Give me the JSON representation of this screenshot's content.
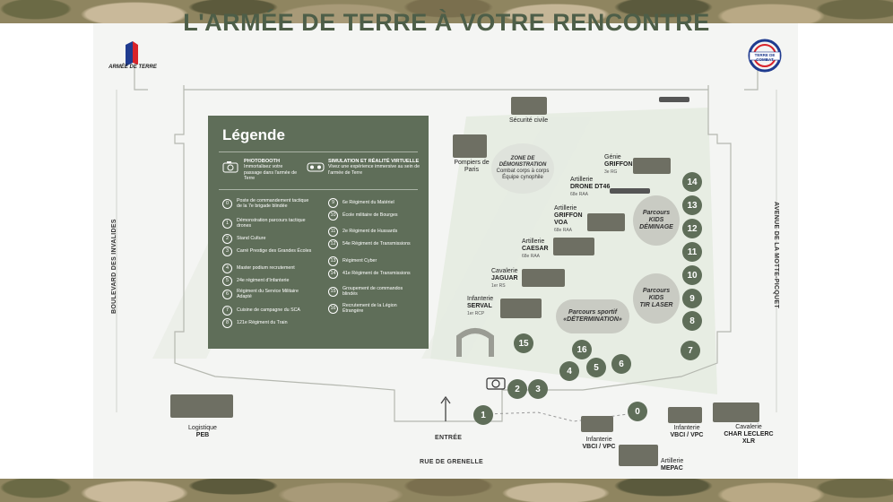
{
  "title": "L'ARMÉE DE TERRE À VOTRE RENCONTRE",
  "logo_left_text": "ARMÉE DE TERRE",
  "logo_right_text": "TERRE DE COMBAT",
  "roads": {
    "left": "BOULEVARD DES INVALIDES",
    "right": "AVENUE DE LA MOTTE-PICQUET",
    "bottom": "RUE DE GRENELLE",
    "entrance": "ENTRÉE"
  },
  "legend": {
    "title": "Légende",
    "photobooth": {
      "title": "PHOTOBOOTH",
      "desc": "Immortalisez votre passage dans l'armée de Terre"
    },
    "vr": {
      "title": "SIMULATION ET RÉALITÉ VIRTUELLE",
      "desc": "Vivez une expérience immersive au sein de l'armée de Terre"
    },
    "left_items": [
      {
        "n": "0",
        "label": "Poste de commandement tactique de la 7e brigade blindée"
      },
      {
        "n": "1",
        "label": "Démonstration parcours tactique drones"
      },
      {
        "n": "2",
        "label": "Stand Culture"
      },
      {
        "n": "3",
        "label": "Carré Prestige des Grandes Écoles"
      },
      {
        "n": "4",
        "label": "Master podium recrutement"
      },
      {
        "n": "5",
        "label": "24e régiment d'Infanterie"
      },
      {
        "n": "6",
        "label": "Régiment du Service Militaire Adapté"
      },
      {
        "n": "7",
        "label": "Cuisine de campagne du SCA"
      },
      {
        "n": "8",
        "label": "121e Régiment du Train"
      }
    ],
    "right_items": [
      {
        "n": "9",
        "label": "6e Régiment du Matériel"
      },
      {
        "n": "10",
        "label": "École militaire de Bourges"
      },
      {
        "n": "11",
        "label": "2e Régiment de Hussards"
      },
      {
        "n": "12",
        "label": "54e Régiment de Transmissions"
      },
      {
        "n": "13",
        "label": "Régiment Cyber"
      },
      {
        "n": "14",
        "label": "41e Régiment de Transmissions"
      },
      {
        "n": "15",
        "label": "Groupement de commandos blindés"
      },
      {
        "n": "16",
        "label": "Recrutement de la Légion Étrangère"
      }
    ]
  },
  "map": {
    "securite_civile": "Sécurité civile",
    "pompiers": "Pompiers de Paris",
    "zone_demo": {
      "title": "ZONE DE DÉMONSTRATION",
      "l1": "Combat corps à corps",
      "l2": "Équipe cynophile"
    },
    "genie": {
      "l1": "Génie",
      "l2": "GRIFFON",
      "l3": "3e RG"
    },
    "drone": {
      "l1": "Artillerie",
      "l2": "DRONE DT46",
      "l3": "68e RAA"
    },
    "griffon_voa": {
      "l1": "Artillerie",
      "l2": "GRIFFON",
      "l3": "VOA",
      "l4": "68e RAA"
    },
    "caesar": {
      "l1": "Artillerie",
      "l2": "CAESAR",
      "l3": "68e RAA"
    },
    "jaguar": {
      "l1": "Cavalerie",
      "l2": "JAGUAR",
      "l3": "1er RS"
    },
    "serval": {
      "l1": "Infanterie",
      "l2": "SERVAL",
      "l3": "1er RCP"
    },
    "kids1": {
      "l1": "Parcours",
      "l2": "KIDS",
      "l3": "DÉMINAGE"
    },
    "kids2": {
      "l1": "Parcours",
      "l2": "KIDS",
      "l3": "TIR LASER"
    },
    "parcours": {
      "l1": "Parcours sportif",
      "l2": "«DÉTERMINATION»"
    },
    "logistique": {
      "l1": "Logistique",
      "l2": "PEB"
    },
    "vbci1": {
      "l1": "Infanterie",
      "l2": "VBCI / VPC"
    },
    "vbci2": {
      "l1": "Infanterie",
      "l2": "VBCI / VPC"
    },
    "leclerc": {
      "l1": "Cavalerie",
      "l2": "CHAR LECLERC",
      "l3": "XLR"
    },
    "mepac": {
      "l1": "Artillerie",
      "l2": "MEPAC"
    }
  }
}
